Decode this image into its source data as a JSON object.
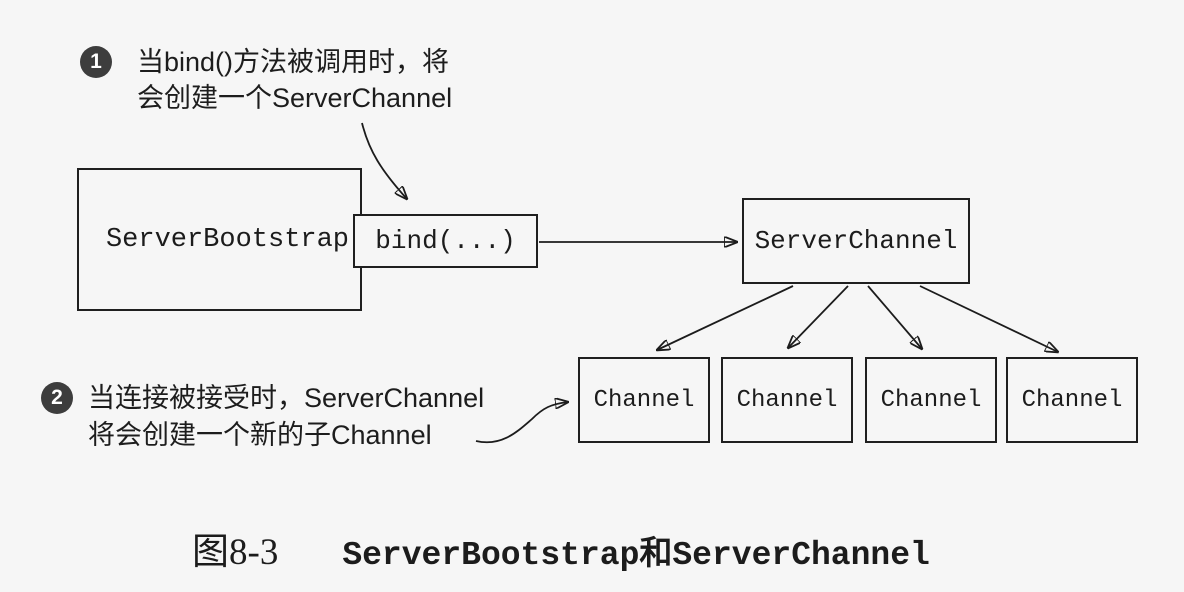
{
  "annotation1": {
    "badge": "1",
    "line1": "当bind()方法被调用时，将",
    "line2": "会创建一个ServerChannel"
  },
  "annotation2": {
    "badge": "2",
    "line1": "当连接被接受时，ServerChannel",
    "line2": "将会创建一个新的子Channel"
  },
  "diagram": {
    "server_bootstrap_label": "ServerBootstrap",
    "bind_label": "bind(...)",
    "server_channel_label": "ServerChannel",
    "channel_labels": [
      "Channel",
      "Channel",
      "Channel",
      "Channel"
    ]
  },
  "caption": {
    "figure_label": "图8-3",
    "title": "ServerBootstrap和ServerChannel"
  },
  "colors": {
    "background": "#f6f6f6",
    "ink": "#1c1c1c",
    "badge": "#3d3d3d",
    "box_border": "#1f1f1f"
  }
}
